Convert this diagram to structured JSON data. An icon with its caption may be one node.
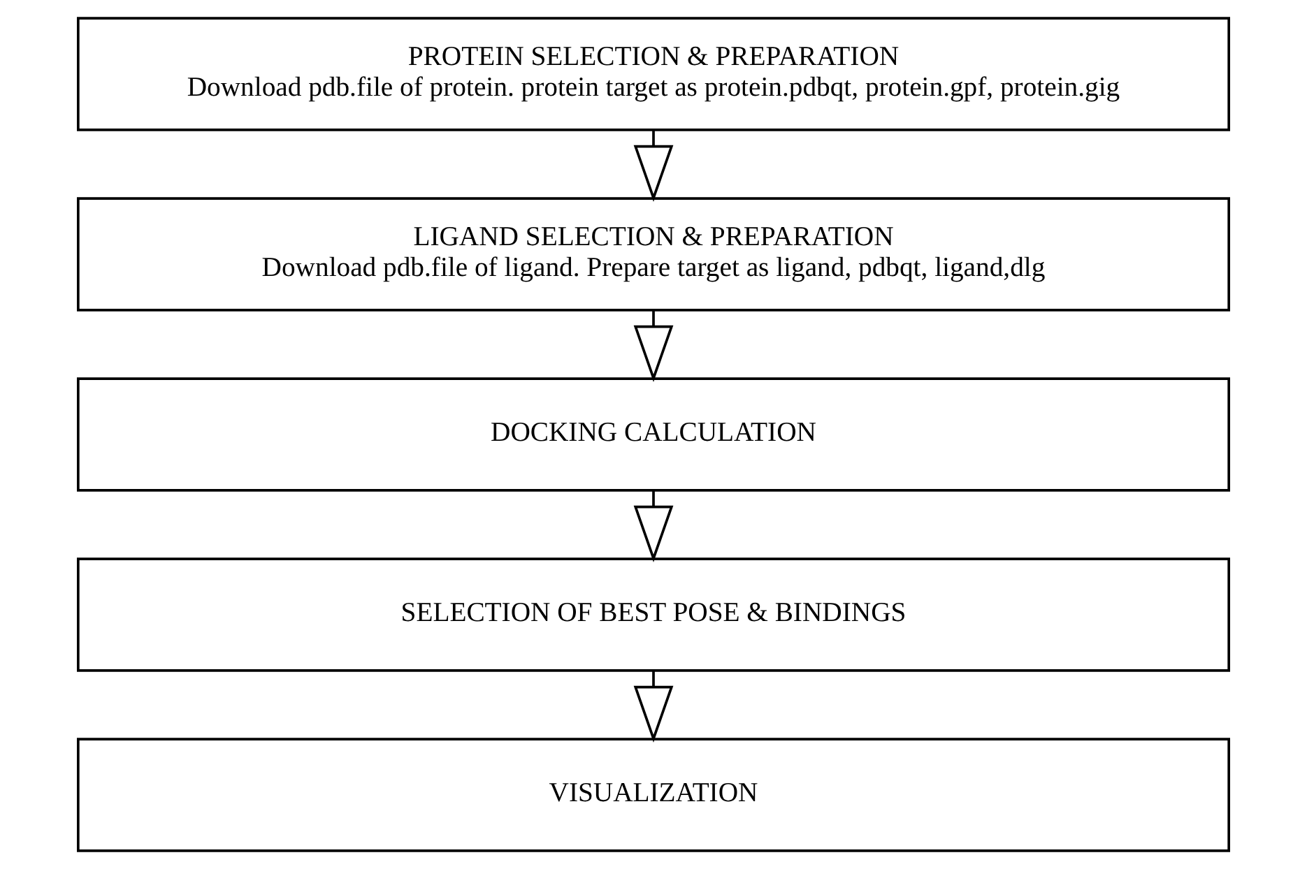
{
  "diagram": {
    "nodes": [
      {
        "text": [
          "PROTEIN SELECTION & PREPARATION",
          "Download pdb.file of protein. protein target as protein.pdbqt, protein.gpf, protein.gig"
        ]
      },
      {
        "text": [
          "LIGAND SELECTION & PREPARATION",
          "Download pdb.file of ligand. Prepare target as ligand, pdbqt, ligand,dlg"
        ]
      },
      {
        "text": [
          "DOCKING CALCULATION"
        ]
      },
      {
        "text": [
          "SELECTION OF BEST POSE & BINDINGS"
        ]
      },
      {
        "text": [
          "VISUALIZATION"
        ]
      }
    ],
    "edges": [
      {
        "from": 0,
        "to": 1,
        "arrow": "to"
      },
      {
        "from": 1,
        "to": 2,
        "arrow": "to"
      },
      {
        "from": 2,
        "to": 3,
        "arrow": "to"
      },
      {
        "from": 3,
        "to": 4,
        "arrow": "to"
      }
    ]
  }
}
